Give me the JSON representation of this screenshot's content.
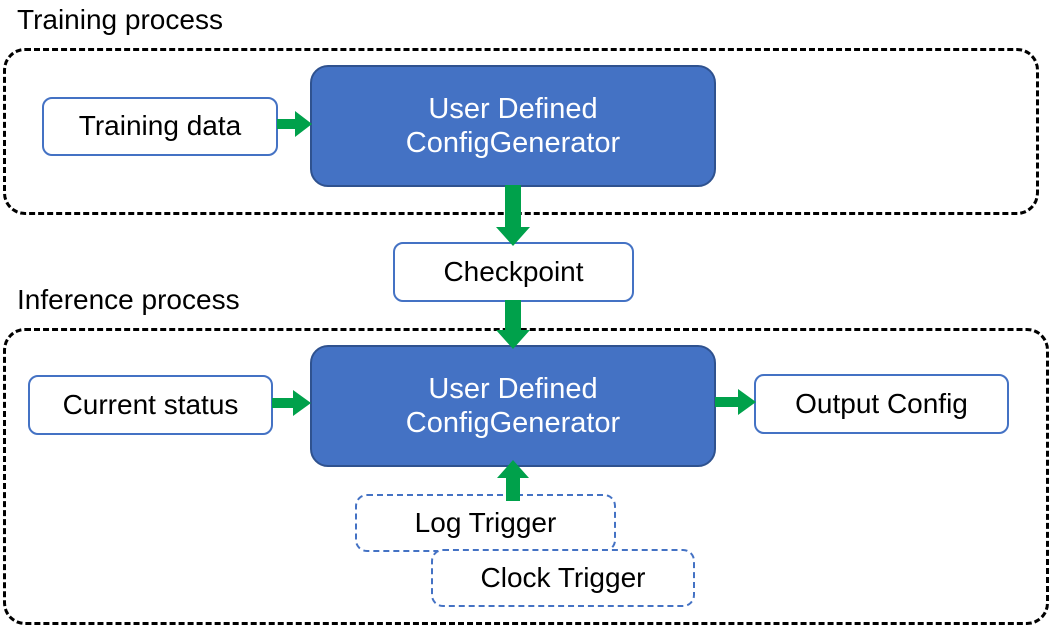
{
  "diagram": {
    "title_training": "Training process",
    "title_inference": "Inference process",
    "nodes": {
      "training_data": "Training data",
      "generator_train_line1": "User Defined",
      "generator_train_line2": "ConfigGenerator",
      "checkpoint": "Checkpoint",
      "current_status": "Current status",
      "generator_infer_line1": "User Defined",
      "generator_infer_line2": "ConfigGenerator",
      "output_config": "Output Config",
      "log_trigger": "Log Trigger",
      "clock_trigger": "Clock Trigger"
    },
    "colors": {
      "node_fill_blue": "#4472C4",
      "node_border_blue": "#2F528F",
      "node_border_outline": "#4472C4",
      "arrow_green": "#00A14B",
      "container_border": "#000000",
      "text_dark": "#000000",
      "text_light": "#FFFFFF",
      "background": "#FFFFFF"
    },
    "edges": [
      {
        "name": "training-data-to-generator",
        "from": "Training data",
        "to": "User Defined ConfigGenerator",
        "direction": "right"
      },
      {
        "name": "generator-to-checkpoint",
        "from": "User Defined ConfigGenerator",
        "to": "Checkpoint",
        "direction": "down"
      },
      {
        "name": "checkpoint-to-generator",
        "from": "Checkpoint",
        "to": "User Defined ConfigGenerator",
        "direction": "down"
      },
      {
        "name": "current-status-to-generator",
        "from": "Current status",
        "to": "User Defined ConfigGenerator",
        "direction": "right"
      },
      {
        "name": "generator-to-output-config",
        "from": "User Defined ConfigGenerator",
        "to": "Output Config",
        "direction": "right"
      },
      {
        "name": "triggers-to-generator",
        "from": "Log Trigger / Clock Trigger",
        "to": "User Defined ConfigGenerator",
        "direction": "up"
      }
    ]
  }
}
